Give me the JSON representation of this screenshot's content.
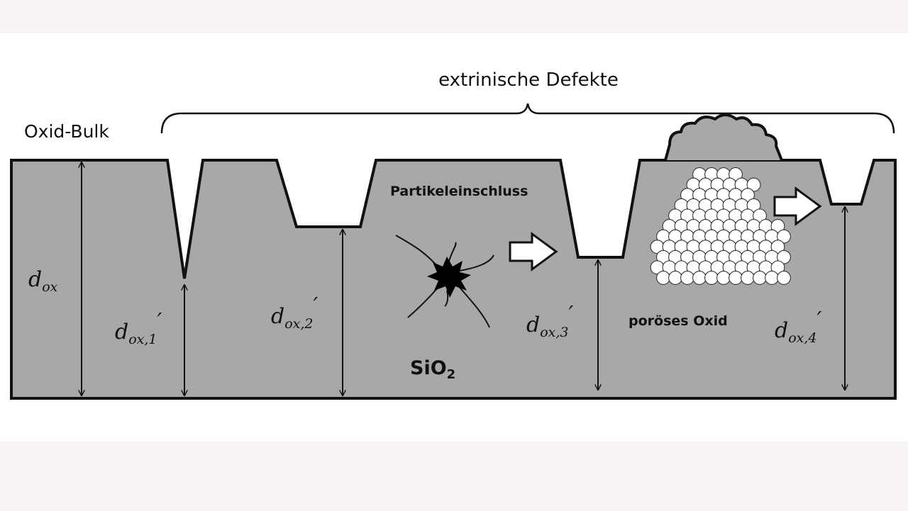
{
  "labels": {
    "defects_title": "extrinische Defekte",
    "oxide_bulk": "Oxid-Bulk",
    "particle_inclusion": "Partikeleinschluss",
    "porous_oxide": "poröses Oxid",
    "material_base": "SiO",
    "material_sub": "2"
  },
  "thickness_labels": {
    "main": {
      "symbol": "d",
      "sub": "ox",
      "prime": ""
    },
    "d1": {
      "symbol": "d",
      "sub": "ox,1",
      "prime": "′"
    },
    "d2": {
      "symbol": "d",
      "sub": "ox,2",
      "prime": "′"
    },
    "d3": {
      "symbol": "d",
      "sub": "ox,3",
      "prime": "′"
    },
    "d4": {
      "symbol": "d",
      "sub": "ox,4",
      "prime": "′"
    }
  },
  "colors": {
    "oxide_fill": "#a8a8a8",
    "outline": "#111111",
    "particle": "#000000",
    "sphere_fill": "#ffffff",
    "background": "#ffffff",
    "margin": "#f7f4f3"
  }
}
